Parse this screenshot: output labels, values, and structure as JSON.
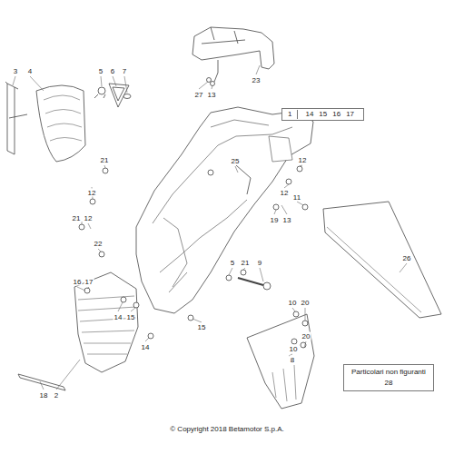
{
  "diagram": {
    "nodes": [
      {
        "text": [
          "1",
          "14",
          "15",
          "16",
          "17"
        ]
      },
      {
        "text": [
          "Particolari non figuranti",
          "28"
        ]
      }
    ],
    "labels": [
      "3",
      "4",
      "5",
      "6",
      "7",
      "27",
      "13",
      "23",
      "21",
      "12",
      "21",
      "12",
      "25",
      "12",
      "12",
      "11",
      "19",
      "13",
      "26",
      "22",
      "16",
      "17",
      "5",
      "21",
      "9",
      "14",
      "15",
      "15",
      "14",
      "10",
      "20",
      "20",
      "10",
      "8",
      "18",
      "2",
      "© Copyright 2018 Betamotor S.p.A."
    ]
  }
}
